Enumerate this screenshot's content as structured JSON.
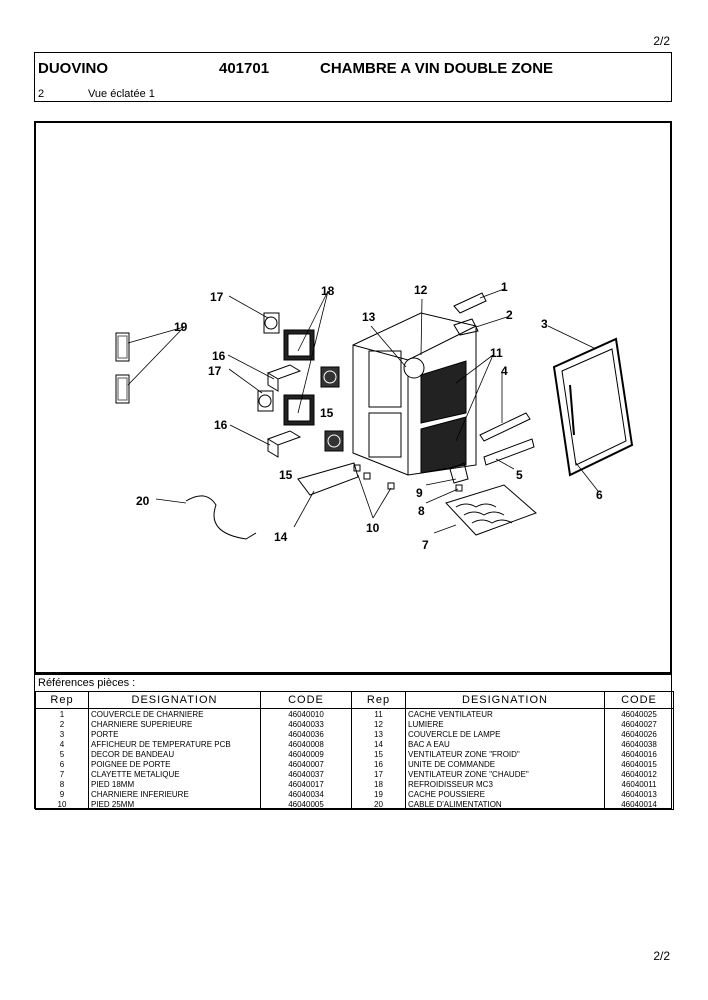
{
  "page": {
    "number_top": "2/2",
    "number_bottom": "2/2"
  },
  "header": {
    "brand": "DUOVINO",
    "code": "401701",
    "title": "CHAMBRE A VIN DOUBLE ZONE",
    "section_number": "2",
    "view_label": "Vue éclatée 1"
  },
  "diagram": {
    "callouts": [
      "1",
      "2",
      "3",
      "4",
      "5",
      "6",
      "7",
      "8",
      "9",
      "10",
      "11",
      "12",
      "13",
      "14",
      "15",
      "16",
      "17",
      "18",
      "19",
      "20"
    ]
  },
  "references": {
    "label": "Références pièces  :",
    "columns": [
      "Rep",
      "DESIGNATION",
      "CODE",
      "Rep",
      "DESIGNATION",
      "CODE"
    ],
    "rows": [
      {
        "rep1": "1",
        "des1": "COUVERCLE DE CHARNIERE",
        "code1": "46040010",
        "rep2": "11",
        "des2": "CACHE VENTILATEUR",
        "code2": "46040025"
      },
      {
        "rep1": "2",
        "des1": "CHARNIERE SUPERIEURE",
        "code1": "46040033",
        "rep2": "12",
        "des2": "LUMIERE",
        "code2": "46040027"
      },
      {
        "rep1": "3",
        "des1": "PORTE",
        "code1": "46040036",
        "rep2": "13",
        "des2": "COUVERCLE DE LAMPE",
        "code2": "46040026"
      },
      {
        "rep1": "4",
        "des1": "AFFICHEUR DE TEMPERATURE PCB",
        "code1": "46040008",
        "rep2": "14",
        "des2": "BAC A EAU",
        "code2": "46040038"
      },
      {
        "rep1": "5",
        "des1": "DECOR DE BANDEAU",
        "code1": "46040009",
        "rep2": "15",
        "des2": "VENTILATEUR ZONE \"FROID\"",
        "code2": "46040016"
      },
      {
        "rep1": "6",
        "des1": "POIGNEE DE PORTE",
        "code1": "46040007",
        "rep2": "16",
        "des2": "UNITE DE COMMANDE",
        "code2": "46040015"
      },
      {
        "rep1": "7",
        "des1": "CLAYETTE METALIQUE",
        "code1": "46040037",
        "rep2": "17",
        "des2": "VENTILATEUR ZONE \"CHAUDE\"",
        "code2": "46040012"
      },
      {
        "rep1": "8",
        "des1": "PIED 18MM",
        "code1": "46040017",
        "rep2": "18",
        "des2": "REFROIDISSEUR MC3",
        "code2": "46040011"
      },
      {
        "rep1": "9",
        "des1": "CHARNIERE INFERIEURE",
        "code1": "46040034",
        "rep2": "19",
        "des2": "CACHE POUSSIERE",
        "code2": "46040013"
      },
      {
        "rep1": "10",
        "des1": "PIED 25MM",
        "code1": "46040005",
        "rep2": "20",
        "des2": "CABLE D'ALIMENTATION",
        "code2": "46040014"
      }
    ]
  }
}
